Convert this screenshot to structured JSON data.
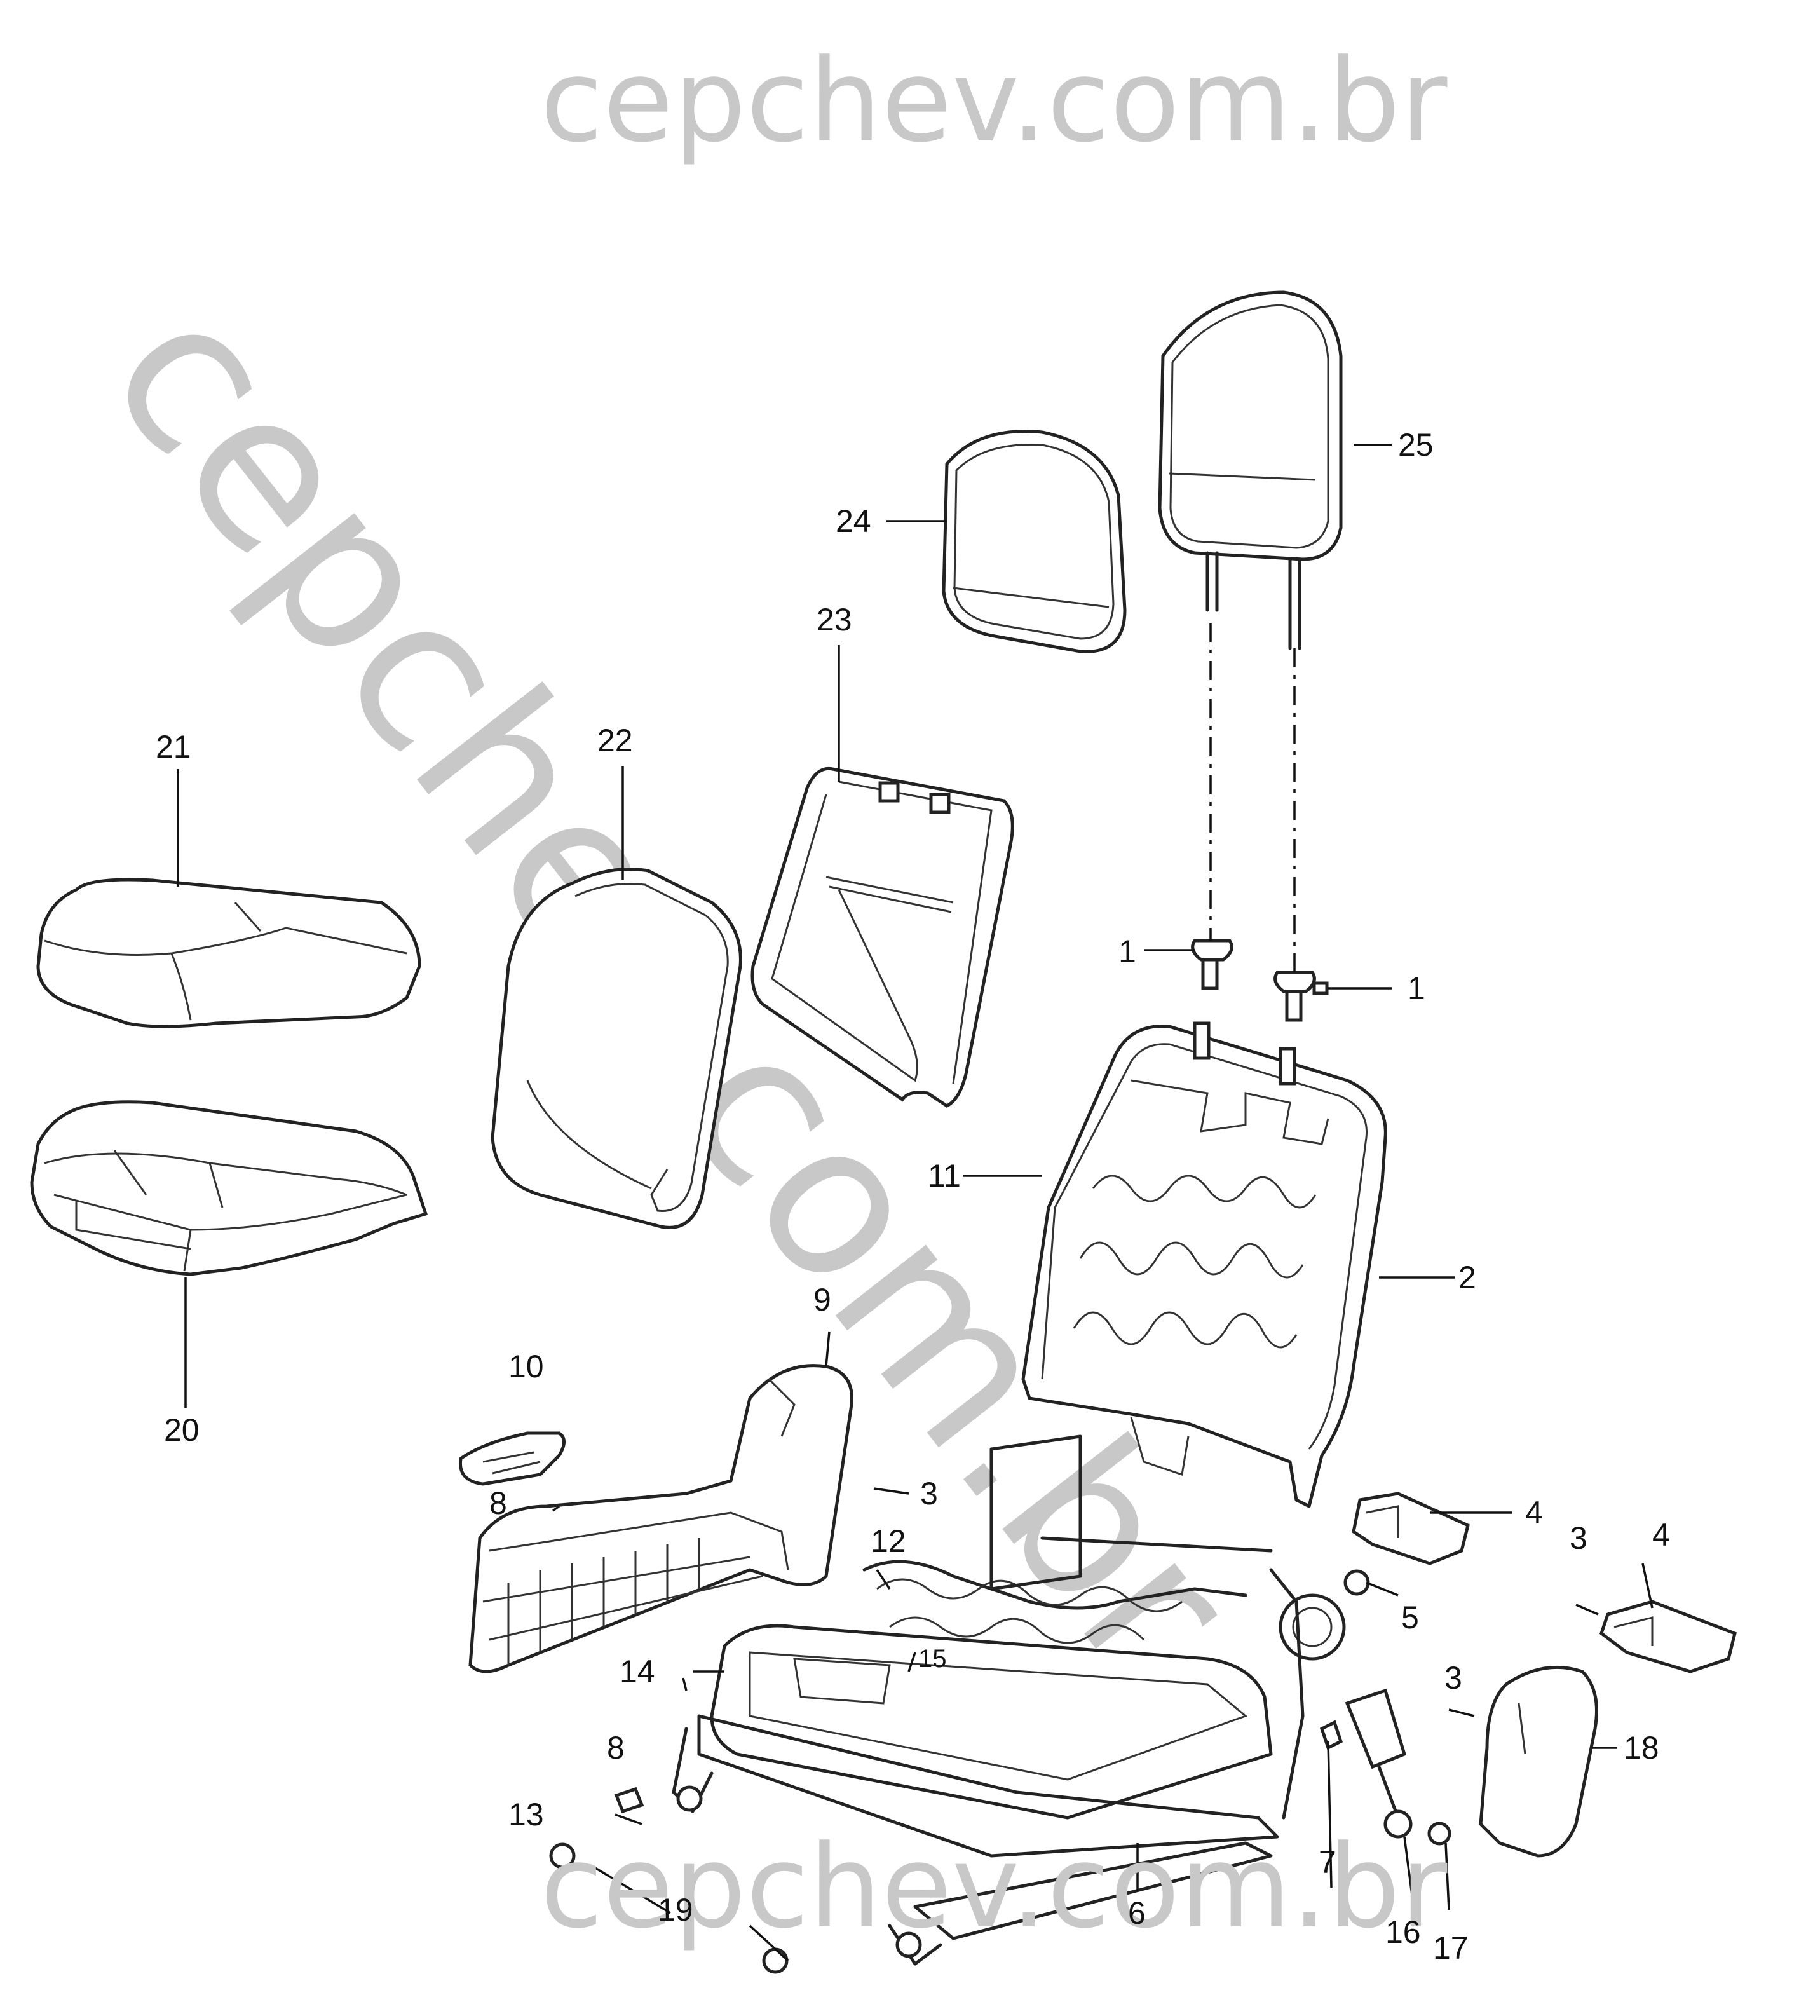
{
  "watermark": {
    "text": "cepchev.com.br"
  },
  "callouts": {
    "c1a": "1",
    "c1b": "1",
    "c2": "2",
    "c3a": "3",
    "c3b": "3",
    "c3c": "3",
    "c4a": "4",
    "c4b": "4",
    "c5": "5",
    "c6": "6",
    "c7": "7",
    "c8a": "8",
    "c8b": "8",
    "c9": "9",
    "c10": "10",
    "c11": "11",
    "c12": "12",
    "c13": "13",
    "c14": "14",
    "c15": "15",
    "c16": "16",
    "c17": "17",
    "c18": "18",
    "c19": "19",
    "c20": "20",
    "c21": "21",
    "c22": "22",
    "c23": "23",
    "c24": "24",
    "c25": "25"
  }
}
